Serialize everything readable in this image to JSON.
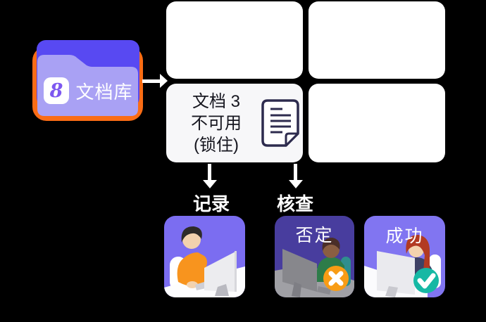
{
  "folder": {
    "badge": "8",
    "label": "文档库"
  },
  "flow": {
    "doc_box": {
      "lines": [
        "文档 3",
        "不可用",
        "(锁住)"
      ]
    },
    "arrow_labels": {
      "record": "记录",
      "verify": "核查"
    }
  },
  "tiles": {
    "record_person": {
      "label": ""
    },
    "reject": {
      "label": "否定"
    },
    "success": {
      "label": "成功"
    }
  },
  "colors": {
    "background": "#000000",
    "folder_outline_orange": "#fa6c15",
    "folder_back_purple": "#5849f2",
    "folder_front_purple": "#a9a1f4",
    "badge_digit_purple": "#7d58f0",
    "card_white": "#ffffff",
    "doc_card_gray": "#f7f7f9",
    "doc_icon_ink": "#2d2b4e",
    "arrow_white": "#ffffff",
    "tile_purple": "#7b6df1",
    "tile_dark_indigo": "#483d9e",
    "tile_light_purple": "#8175f1",
    "reject_orange": "#f89c14",
    "success_teal": "#16b8a4"
  }
}
